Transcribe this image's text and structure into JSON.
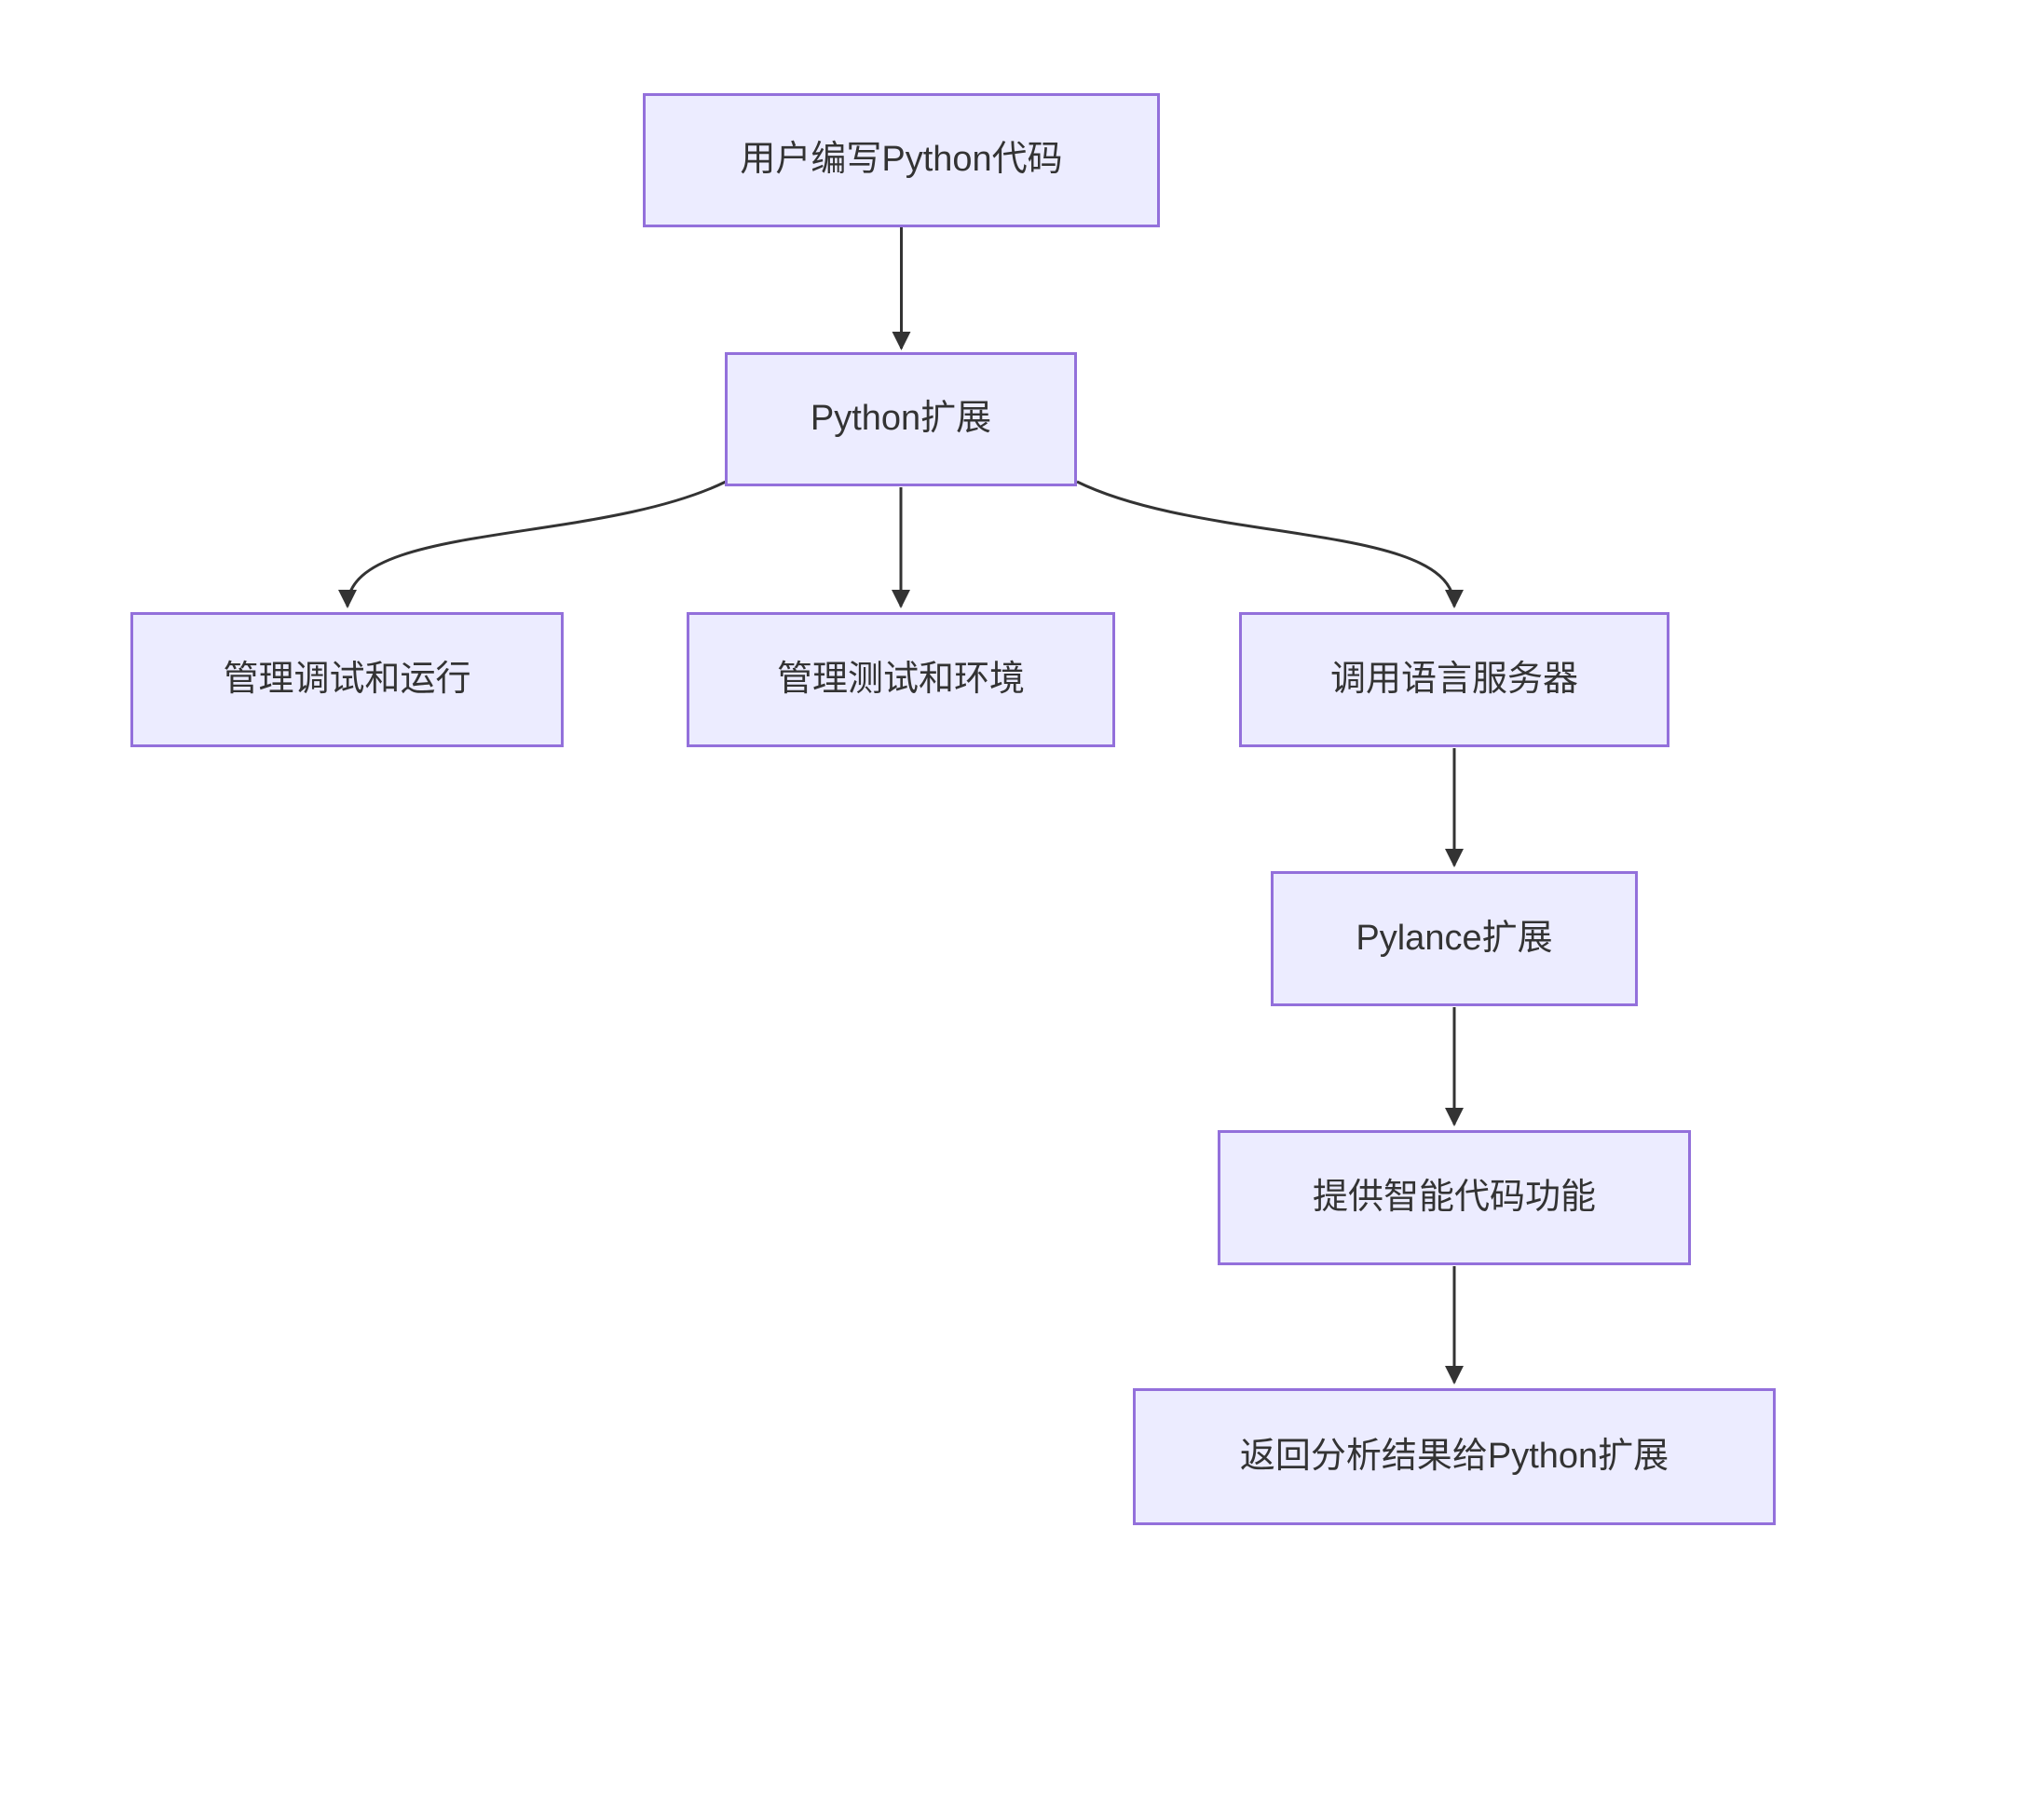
{
  "diagram": {
    "type": "flowchart",
    "direction": "top-down",
    "nodes": [
      {
        "id": "A",
        "label": "用户编写Python代码"
      },
      {
        "id": "B",
        "label": "Python扩展"
      },
      {
        "id": "C",
        "label": "管理调试和运行"
      },
      {
        "id": "D",
        "label": "管理测试和环境"
      },
      {
        "id": "E",
        "label": "调用语言服务器"
      },
      {
        "id": "F",
        "label": "Pylance扩展"
      },
      {
        "id": "G",
        "label": "提供智能代码功能"
      },
      {
        "id": "H",
        "label": "返回分析结果给Python扩展"
      }
    ],
    "edges": [
      {
        "from": "用户编写Python代码",
        "to": "Python扩展"
      },
      {
        "from": "Python扩展",
        "to": "管理调试和运行"
      },
      {
        "from": "Python扩展",
        "to": "管理测试和环境"
      },
      {
        "from": "Python扩展",
        "to": "调用语言服务器"
      },
      {
        "from": "调用语言服务器",
        "to": "Pylance扩展"
      },
      {
        "from": "Pylance扩展",
        "to": "提供智能代码功能"
      },
      {
        "from": "提供智能代码功能",
        "to": "返回分析结果给Python扩展"
      }
    ],
    "colors": {
      "node_fill": "#ECECFF",
      "node_border": "#9370DB",
      "edge": "#333333",
      "text": "#333333",
      "background": "#FFFFFF"
    }
  }
}
